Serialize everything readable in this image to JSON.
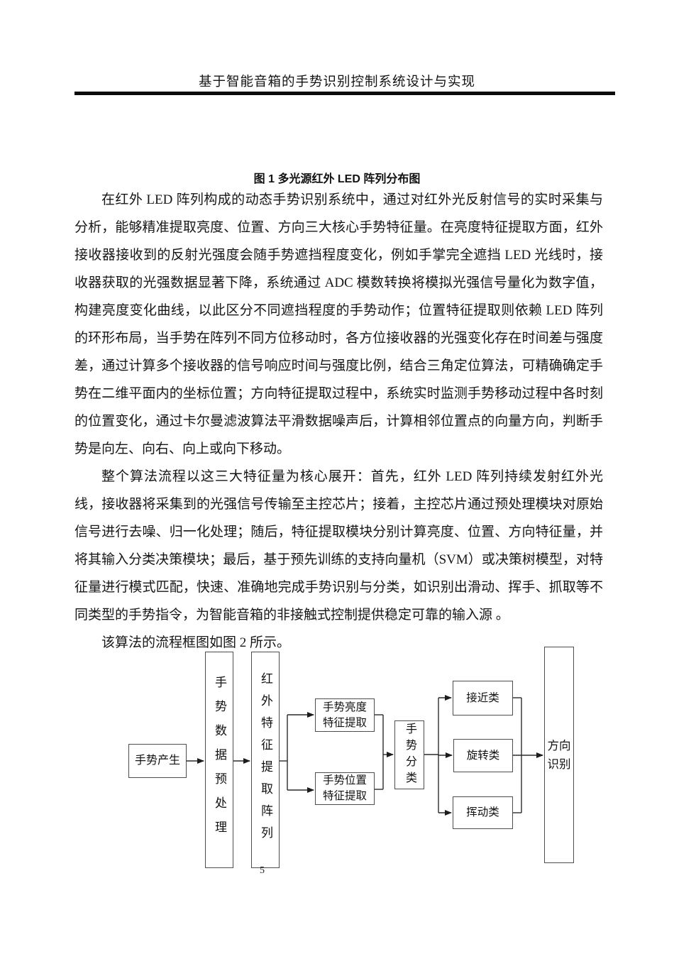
{
  "header": {
    "title": "基于智能音箱的手势识别控制系统设计与实现"
  },
  "figure_caption": "图 1  多光源红外 LED 阵列分布图",
  "body": {
    "p1": "在红外 LED 阵列构成的动态手势识别系统中，通过对红外光反射信号的实时采集与分析，能够精准提取亮度、位置、方向三大核心手势特征量。在亮度特征提取方面，红外接收器接收到的反射光强度会随手势遮挡程度变化，例如手掌完全遮挡 LED 光线时，接收器获取的光强数据显著下降，系统通过 ADC 模数转换将模拟光强信号量化为数字值，构建亮度变化曲线，以此区分不同遮挡程度的手势动作；位置特征提取则依赖 LED 阵列的环形布局，当手势在阵列不同方位移动时，各方位接收器的光强变化存在时间差与强度差，通过计算多个接收器的信号响应时间与强度比例，结合三角定位算法，可精确确定手势在二维平面内的坐标位置；方向特征提取过程中，系统实时监测手势移动过程中各时刻的位置变化，通过卡尔曼滤波算法平滑数据噪声后，计算相邻位置点的向量方向，判断手势是向左、向右、向上或向下移动。",
    "p2": "整个算法流程以这三大特征量为核心展开：首先，红外 LED 阵列持续发射红外光线，接收器将采集到的光强信号传输至主控芯片；接着，主控芯片通过预处理模块对原始信号进行去噪、归一化处理；随后，特征提取模块分别计算亮度、位置、方向特征量，并将其输入分类决策模块；最后，基于预先训练的支持向量机（SVM）或决策树模型，对特征量进行模式匹配，快速、准确地完成手势识别与分类，如识别出滑动、挥手、抓取等不同类型的手势指令，为智能音箱的非接触式控制提供稳定可靠的输入源 。",
    "p3": "该算法的流程框图如图 2 所示。"
  },
  "flowchart": {
    "nodes": [
      {
        "label": "手势产生"
      },
      {
        "label": "手势数据预处理"
      },
      {
        "label": "红外特征提取阵列"
      },
      {
        "label": "手势亮度特征提取"
      },
      {
        "label": "手势位置特征提取"
      },
      {
        "label": "手势分类"
      },
      {
        "label": "接近类"
      },
      {
        "label": "旋转类"
      },
      {
        "label": "挥动类"
      },
      {
        "label": "方向识别"
      }
    ],
    "line_color": "#2b2b2b"
  },
  "footer": {
    "page_number": "5"
  }
}
